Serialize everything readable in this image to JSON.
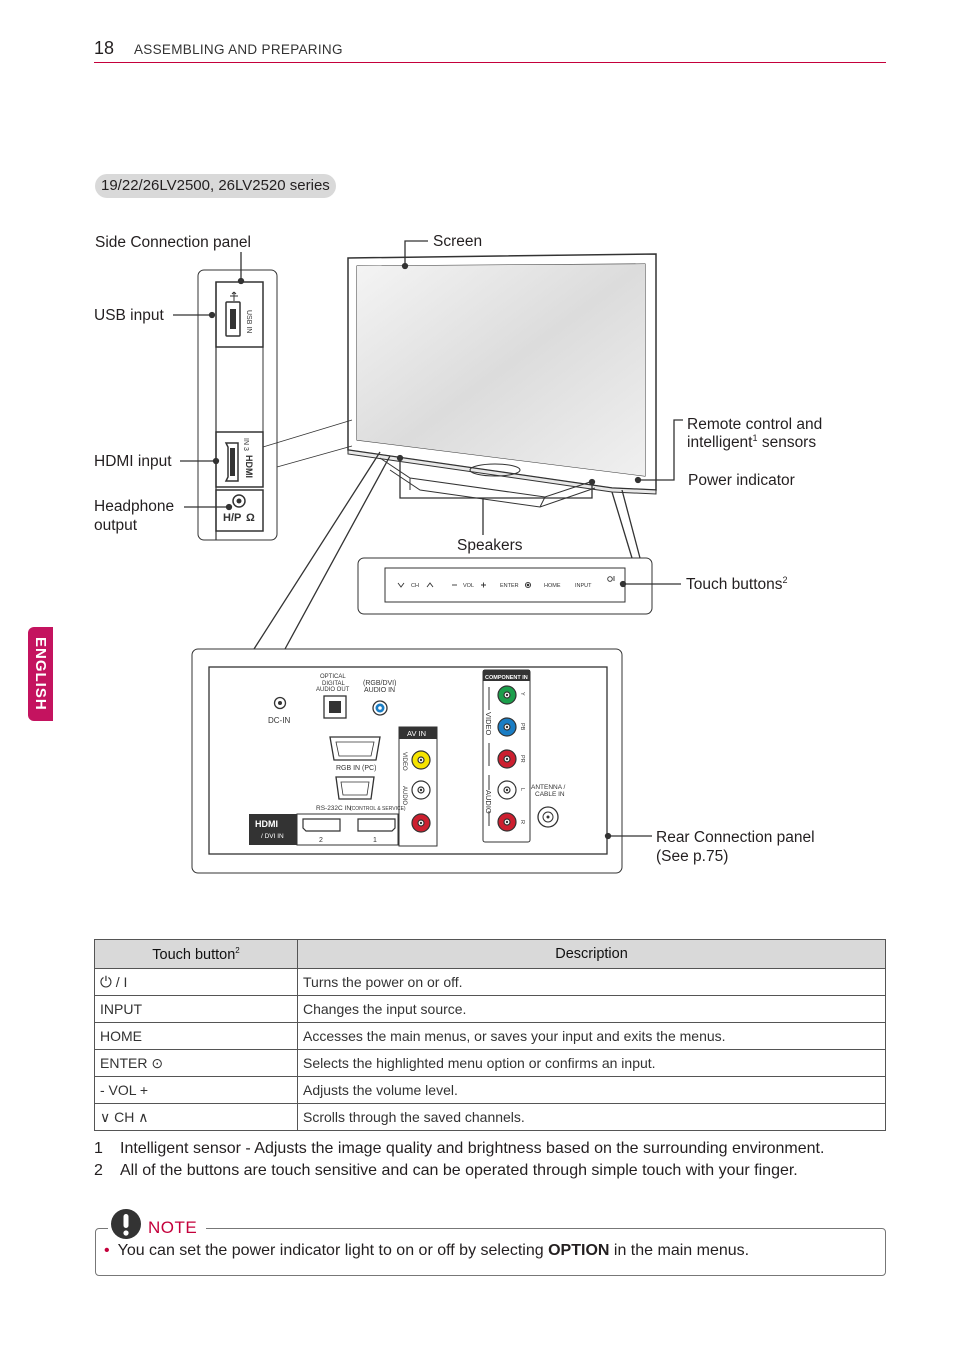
{
  "header": {
    "page_number": "18",
    "section_title": "ASSEMBLING AND PREPARING"
  },
  "language_tab": "ENGLISH",
  "model_series": "19/22/26LV2500, 26LV2520 series",
  "labels": {
    "side_connection_panel": "Side Connection panel",
    "screen": "Screen",
    "usb_input": "USB input",
    "hdmi_input": "HDMI input",
    "headphone_output_line1": "Headphone",
    "headphone_output_line2": "output",
    "remote_sensors_line1": "Remote control and",
    "remote_sensors_line2a": "intelligent",
    "remote_sensors_sup": "1",
    "remote_sensors_line2b": " sensors",
    "power_indicator": "Power indicator",
    "speakers": "Speakers",
    "touch_buttons": "Touch buttons",
    "touch_buttons_sup": "2",
    "rear_panel_line1": "Rear Connection panel",
    "rear_panel_line2": "(See p.75)"
  },
  "side_panel": {
    "usb_in": "USB IN",
    "hdmi_in": "IN 3",
    "hdmi_logo": "HDMI",
    "hp": "H/P"
  },
  "touch_strip": {
    "ch": "CH",
    "vol": "VOL",
    "enter": "ENTER",
    "home": "HOME",
    "input": "INPUT"
  },
  "rear_panel": {
    "dc_in": "DC-IN",
    "optical_1": "OPTICAL",
    "optical_2": "DIGITAL",
    "optical_3": "AUDIO OUT",
    "rgb_dvi_1": "(RGB/DVI)",
    "rgb_dvi_2": "AUDIO IN",
    "rgb_in": "RGB IN (PC)",
    "rs232": "RS-232C IN",
    "rs232_sub": "(CONTROL & SERVICE)",
    "hdmi_logo": "HDMI",
    "dvi_in": "/ DVI IN",
    "hdmi_2": "2",
    "hdmi_1": "1",
    "av_in": "AV IN",
    "av_video": "VIDEO",
    "av_audio": "AUDIO",
    "component_in": "COMPONENT IN",
    "comp_video": "VIDEO",
    "comp_audio": "AUDIO",
    "comp_y": "Y",
    "comp_pb": "PB",
    "comp_pr": "PR",
    "comp_l": "L",
    "comp_r": "R",
    "antenna_1": "ANTENNA /",
    "antenna_2": "CABLE IN"
  },
  "table": {
    "header_button": "Touch button",
    "header_button_sup": "2",
    "header_description": "Description",
    "rows": [
      {
        "button": "/ I",
        "description": "Turns the power on or off."
      },
      {
        "button": "INPUT",
        "description": "Changes the input source."
      },
      {
        "button": "HOME",
        "description": "Accesses the main menus, or saves your input and exits the menus."
      },
      {
        "button": "ENTER",
        "description": "Selects the highlighted menu option or confirms an input."
      },
      {
        "button": "- VOL +",
        "description": "Adjusts the volume level."
      },
      {
        "button": "CH",
        "description": "Scrolls through the saved channels."
      }
    ]
  },
  "footnotes": [
    {
      "num": "1",
      "text": "Intelligent sensor - Adjusts the image quality and brightness based on the surrounding environment."
    },
    {
      "num": "2",
      "text": "All of the buttons are touch sensitive and can be operated through simple touch with your finger."
    }
  ],
  "note": {
    "label": "NOTE",
    "bullet": "•",
    "text_before": "You can set the power indicator light to on or off by selecting ",
    "text_bold": "OPTION",
    "text_after": " in the main menus."
  },
  "colors": {
    "accent": "#c4003b",
    "tab": "#c4135f",
    "yellow": "#f5e300",
    "red": "#cc1f2f",
    "green": "#1b9e4b",
    "blue": "#1a7dc4"
  }
}
